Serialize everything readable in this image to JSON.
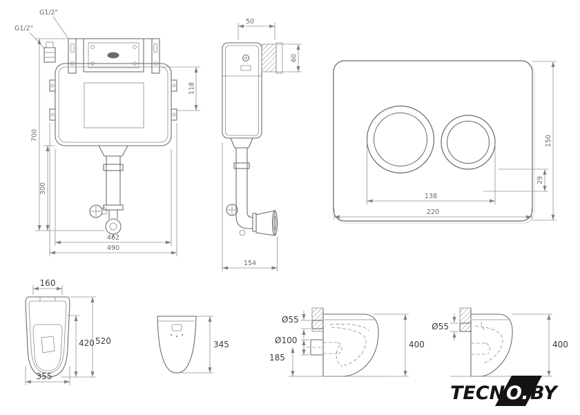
{
  "colors": {
    "line": "#666666",
    "secondary_line": "#8a8a8a",
    "dimension_line": "#909090",
    "dim_text_small": "#6a6a6a",
    "dim_text_large": "#3a3a3a",
    "logo": "#141414"
  },
  "cistern_front_view": {
    "inlet_top_label": "G1/2\"",
    "inlet_side_label": "G1/2\"",
    "dim_total_height": "700",
    "dim_valve_height": "300",
    "dim_frame_offset": "118",
    "dim_body_width": "462",
    "dim_total_width": "490"
  },
  "cistern_side_view": {
    "dim_top_depth": "50",
    "dim_bracket_height": "60",
    "dim_total_depth": "154"
  },
  "flush_plate_view": {
    "dim_height": "150",
    "dim_button_offset": "29",
    "dim_buttons_span": "138",
    "dim_width": "220"
  },
  "bowl_top_view": {
    "dim_seat_width": "160",
    "dim_inner_depth": "420",
    "dim_total_depth": "520",
    "dim_width": "355"
  },
  "bowl_front_view": {
    "dim_height": "345"
  },
  "bowl_side_view_floor": {
    "dim_inlet_diameter": "Ø55",
    "dim_outlet_diameter": "Ø100",
    "dim_outlet_height": "185",
    "dim_height": "400"
  },
  "bowl_side_view_wall": {
    "dim_inlet_diameter": "Ø55",
    "dim_height": "400"
  },
  "logo": {
    "part1": "TECN",
    "part2": "O.",
    "part3": "BY"
  }
}
